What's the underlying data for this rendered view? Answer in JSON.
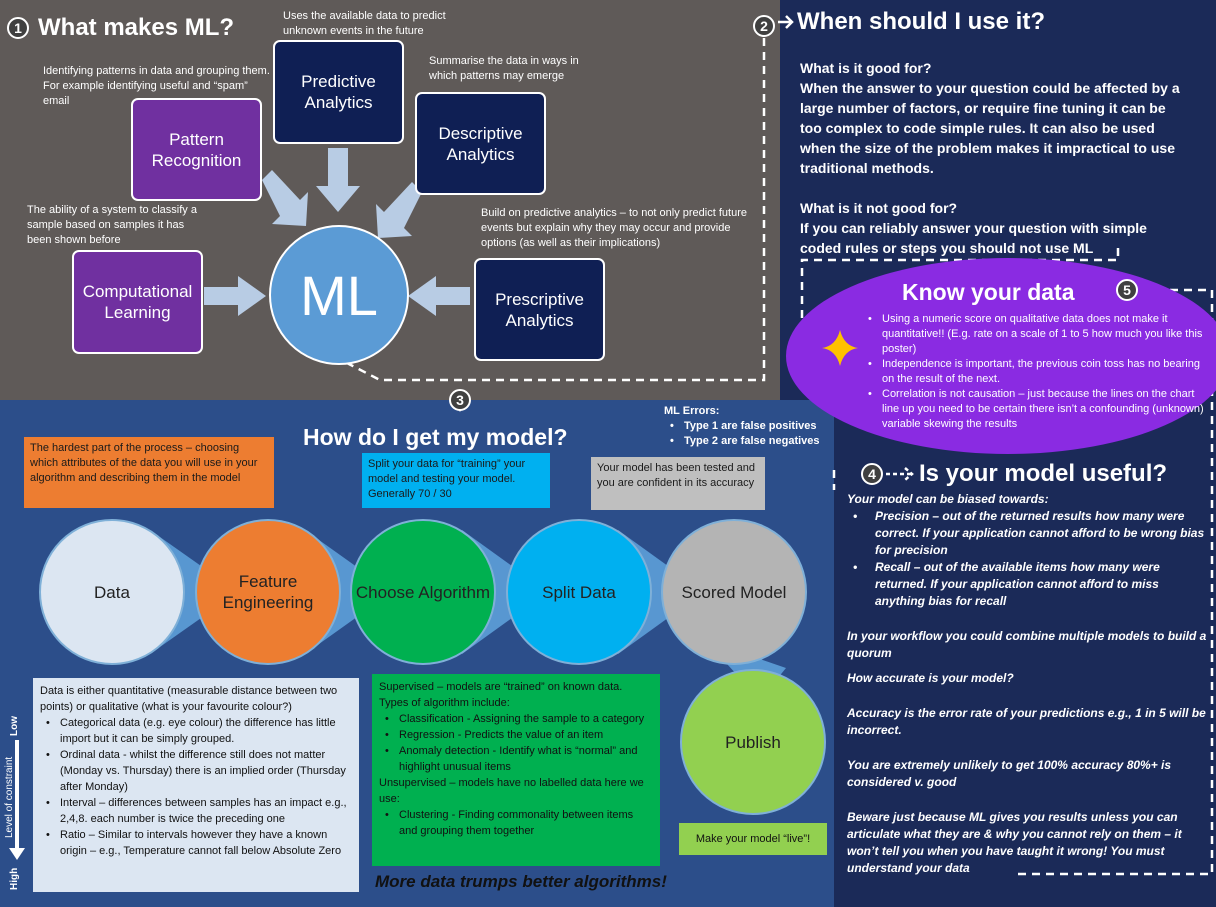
{
  "ml": {
    "num": "1",
    "heading": "What makes ML?",
    "center": "ML",
    "predictive": {
      "label": "Predictive Analytics",
      "desc": "Uses the available data to predict unknown events in the future"
    },
    "descriptive": {
      "label": "Descriptive Analytics",
      "desc": "Summarise the data in ways in which patterns may emerge"
    },
    "pattern": {
      "label": "Pattern Recognition",
      "desc": "Identifying patterns in data and grouping them.  For example identifying useful and “spam” email"
    },
    "computational": {
      "label": "Computational Learning",
      "desc": "The ability of a system to classify a sample based on samples it has been shown before"
    },
    "prescriptive": {
      "label": "Prescriptive Analytics",
      "desc": "Build on predictive analytics – to not only predict future events but explain why they may occur and provide options (as well as their implications)"
    }
  },
  "when": {
    "num": "2",
    "heading": "When should I use it?",
    "good_q": "What is it good for?",
    "good_a": "When the answer to your question could be affected by a large number of factors, or require fine tuning it can be too complex to code simple rules.  It can also be used when the size of the problem makes it impractical to use traditional methods.",
    "bad_q": "What is it not good for?",
    "bad_a": "If you can reliably answer your question with simple coded rules or steps you should not use ML"
  },
  "know": {
    "num": "5",
    "heading": "Know your data",
    "bullets": [
      "Using a numeric score on qualitative data does not make it quantitative!! (E.g. rate on a scale of 1 to 5 how much you like this poster)",
      "Independence is important, the previous coin toss has no bearing on the result of the next.",
      "Correlation is not causation – just because the lines on the chart line up you need to be certain there isn’t a confounding (unknown) variable skewing the results"
    ]
  },
  "model": {
    "num": "3",
    "heading": "How do I get my model?",
    "errors_title": "ML Errors:",
    "errors": [
      "Type 1 are false positives",
      "Type 2 are false negatives"
    ],
    "note_orange": "The hardest part of the process – choosing which attributes of the data you will use in your algorithm and describing them in the model",
    "note_blue": "Split your data for “training” your model and testing your model. Generally 70 / 30",
    "note_grey": "Your model has been tested and you are confident in its accuracy",
    "steps": [
      "Data",
      "Feature Engineering",
      "Choose Algorithm",
      "Split Data",
      "Scored Model",
      "Publish"
    ],
    "data_intro": "Data is either quantitative (measurable distance between two points) or qualitative (what is your favourite colour?)",
    "data_types": [
      "Categorical data (e.g. eye colour) the difference has little import but it can be simply grouped.",
      "Ordinal data - whilst the difference still does not matter (Monday vs. Thursday) there is an implied order (Thursday after Monday)",
      "Interval – differences between samples has an impact e.g., 2,4,8.  each number is twice the preceding one",
      "Ratio – Similar to intervals however they have a known origin – e.g., Temperature cannot fall below Absolute Zero"
    ],
    "axis_low": "Low",
    "axis_label": "Level of constraint",
    "axis_high": "High",
    "sup_intro": "Supervised – models are “trained” on known data.",
    "sup_types_title": "Types of algorithm include:",
    "sup_items": [
      "Classification - Assigning the sample to a category",
      "Regression - Predicts the value of an item",
      "Anomaly detection - Identify what is “normal” and highlight unusual items"
    ],
    "unsup_intro": "Unsupervised – models have no labelled data here we use:",
    "unsup_items": [
      "Clustering - Finding commonality between items and grouping them together"
    ],
    "live": "Make your model “live”!",
    "slogan": "More data trumps better algorithms!"
  },
  "useful": {
    "num": "4",
    "heading": "Is your model useful?",
    "biased": "Your model can be biased towards:",
    "bias_items": [
      "Precision – out of the returned results how many were correct.  If your application cannot afford to be wrong bias for precision",
      "Recall – out of the available items how many were returned.  If your application cannot afford to miss anything bias for recall"
    ],
    "quorum": "In your workflow you could combine multiple models to build a quorum",
    "accurate_q": "How accurate is your model?",
    "accuracy": "Accuracy is the error rate of your predictions e.g., 1 in 5 will be incorrect.",
    "unlikely": "You are extremely unlikely to get 100% accuracy 80%+ is considered v. good",
    "beware": "Beware just because ML gives you results unless you can articulate what they are & why you cannot rely on them – it won’t tell you when you have taught it wrong!  You must understand your data"
  },
  "colors": {
    "grey_panel": "#5f5a58",
    "navy": "#1b2a58",
    "blue_panel": "#2c4e8a",
    "purple": "#7030a0",
    "violet": "#8a2be2",
    "orange": "#ed7d31",
    "green": "#00b050",
    "cyan": "#00b0f0",
    "gray_circle": "#b4b4b4",
    "light_green": "#92d050"
  }
}
